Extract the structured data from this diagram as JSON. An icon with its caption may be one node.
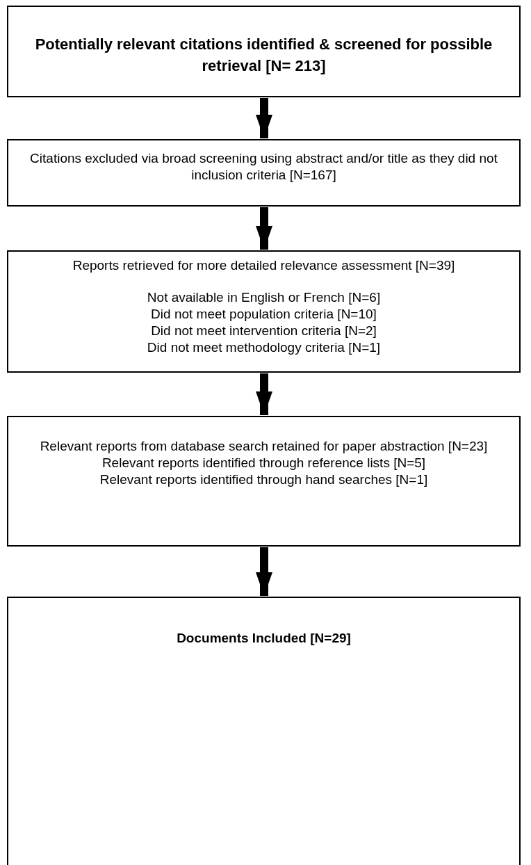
{
  "diagram": {
    "nodes": [
      {
        "text": [
          "Potentially relevant citations identified & screened for possible retrieval [N= 213]"
        ]
      },
      {
        "text": [
          "Citations excluded via broad screening using abstract and/or title as they did not inclusion criteria [N=167]"
        ]
      },
      {
        "text": [
          "Reports retrieved for more detailed relevance assessment [N=39]",
          "Not available in English or French [N=6]",
          "Did not meet population criteria [N=10]",
          "Did not meet intervention criteria [N=2]",
          "Did not meet methodology criteria [N=1]"
        ]
      },
      {
        "text": [
          "Relevant reports from database search retained for paper abstraction [N=23]",
          "Relevant reports identified through reference lists [N=5]",
          "Relevant reports identified through hand searches [N=1]"
        ]
      },
      {
        "text": [
          "Documents Included [N=29]"
        ]
      }
    ],
    "edges": [
      {
        "from": 0,
        "to": 1,
        "arrow": "to"
      },
      {
        "from": 1,
        "to": 2,
        "arrow": "to"
      },
      {
        "from": 2,
        "to": 3,
        "arrow": "to"
      },
      {
        "from": 3,
        "to": 4,
        "arrow": "to"
      }
    ]
  }
}
